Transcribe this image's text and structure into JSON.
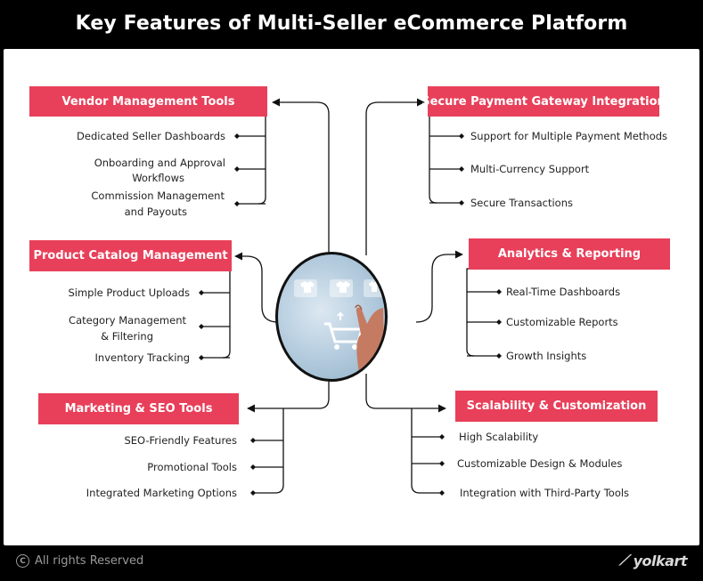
{
  "title": "Key Features of Multi-Seller eCommerce Platform",
  "footer": {
    "copyright": "All rights Reserved",
    "logo": "yolkart"
  },
  "colors": {
    "accent": "#e8405a",
    "frame": "#000000",
    "line": "#111111"
  },
  "hub": {
    "image": "hand touching ecommerce icons (shirts and shopping cart)"
  },
  "categories": {
    "vendor": {
      "label": "Vendor Management Tools",
      "items": [
        "Dedicated Seller Dashboards",
        "Onboarding and Approval",
        "Workflows",
        "Commission Management",
        "and Payouts"
      ]
    },
    "catalog": {
      "label": "Product Catalog Management",
      "items": [
        "Simple Product Uploads",
        "Category Management",
        "& Filtering",
        "Inventory Tracking"
      ]
    },
    "marketing": {
      "label": "Marketing & SEO Tools",
      "items": [
        "SEO-Friendly Features",
        "Promotional Tools",
        "Integrated Marketing Options"
      ]
    },
    "payment": {
      "label": "Secure Payment Gateway Integration",
      "items": [
        "Support for Multiple Payment Methods",
        "Multi-Currency Support",
        "Secure Transactions"
      ]
    },
    "analytics": {
      "label": "Analytics & Reporting",
      "items": [
        "Real-Time Dashboards",
        "Customizable Reports",
        "Growth Insights"
      ]
    },
    "scalability": {
      "label": "Scalability & Customization",
      "items": [
        "High Scalability",
        "Customizable Design & Modules",
        "Integration with Third-Party Tools"
      ]
    }
  }
}
